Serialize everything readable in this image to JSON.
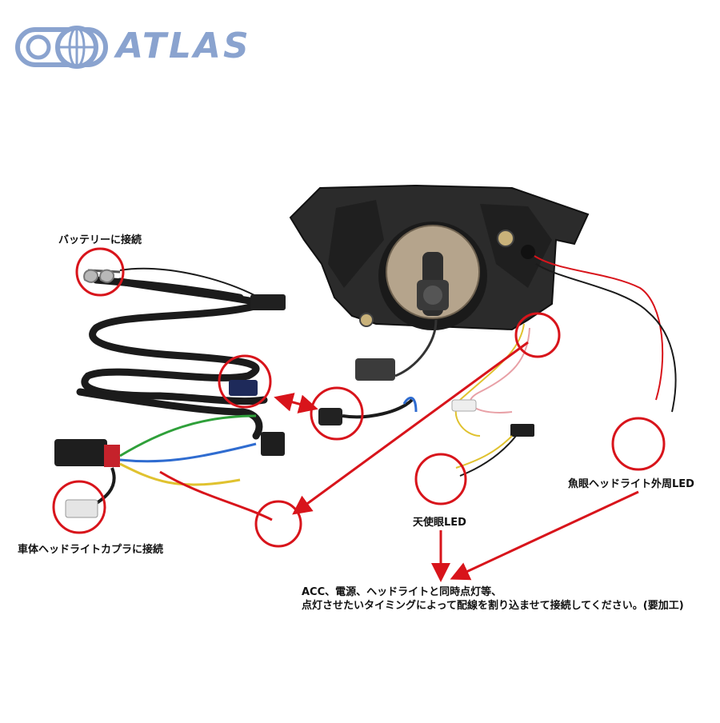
{
  "brand": {
    "name": "ATLAS",
    "color": "#8aa3cf"
  },
  "labels": {
    "battery": "バッテリーに接続",
    "vehicle_coupler": "車体ヘッドライトカプラに接続",
    "fisheye_led": "魚眼ヘッドライト外周LED",
    "angel_eye_led": "天使眼LED"
  },
  "note": {
    "line1": "ACC、電源、ヘッドライトと同時点灯等、",
    "line2": "点灯させたいタイミングによって配線を割り込ませて接続してください。(要加工)"
  },
  "colors": {
    "accent_red": "#d8141b",
    "wire_black": "#1b1b1b",
    "housing": "#2a2a2a",
    "logo": "#8aa3cf"
  }
}
